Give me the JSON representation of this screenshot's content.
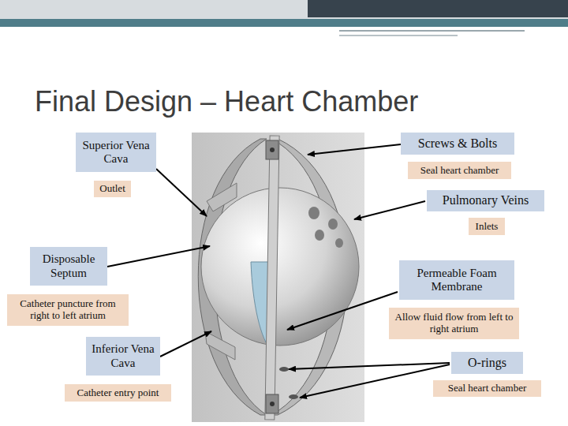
{
  "diagram": {
    "title": "Final Design – Heart Chamber",
    "nodes": [
      {
        "text": [
          "Superior Vena Cava"
        ]
      },
      {
        "text": [
          "Outlet"
        ]
      },
      {
        "text": [
          "Screws & Bolts"
        ]
      },
      {
        "text": [
          "Seal heart chamber"
        ]
      },
      {
        "text": [
          "Pulmonary Veins"
        ]
      },
      {
        "text": [
          "Inlets"
        ]
      },
      {
        "text": [
          "Disposable Septum"
        ]
      },
      {
        "text": [
          "Catheter puncture from right to left atrium"
        ]
      },
      {
        "text": [
          "Permeable Foam Membrane"
        ]
      },
      {
        "text": [
          "Allow fluid flow from left to right atrium"
        ]
      },
      {
        "text": [
          "Inferior Vena Cava"
        ]
      },
      {
        "text": [
          "Catheter entry point"
        ]
      },
      {
        "text": [
          "O-rings"
        ]
      },
      {
        "text": [
          "Seal heart chamber"
        ]
      }
    ]
  }
}
